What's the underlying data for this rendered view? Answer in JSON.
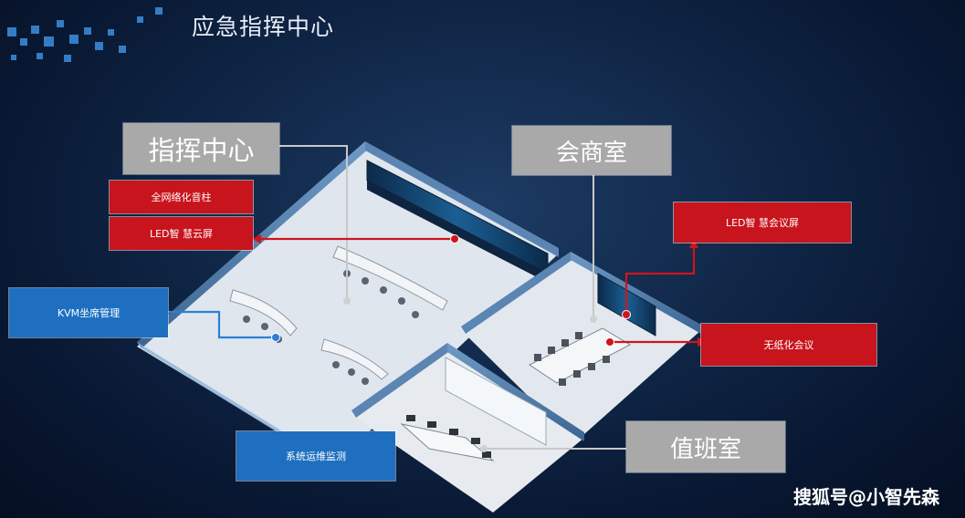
{
  "page_title": "应急指挥中心",
  "rooms": {
    "command_center": "指挥中心",
    "consultation_room": "会商室",
    "duty_room": "值班室"
  },
  "features": {
    "network_cable_trough": "全网络化音柱",
    "led_cloud_screen": "LED智 慧云屏",
    "kvm_seat_management": "KVM坐席管理",
    "led_meeting_screen": "LED智 慧会议屏",
    "paperless_meeting": "无纸化会议",
    "system_ops_monitoring": "系统运维监测"
  },
  "colors": {
    "red": "#c8141c",
    "blue": "#1e6fc0",
    "gray": "#a9a9a9"
  },
  "watermark": "搜狐号@小智先森"
}
